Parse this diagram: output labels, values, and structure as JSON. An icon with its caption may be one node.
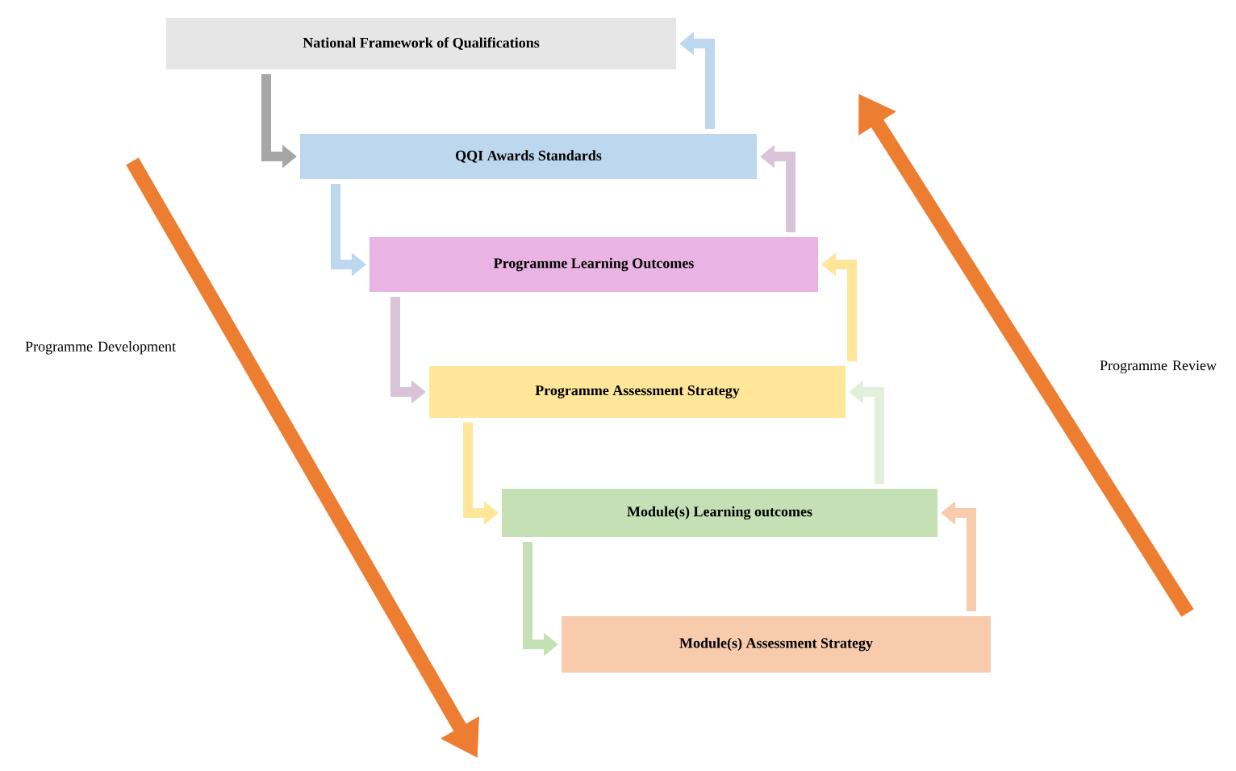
{
  "diagram": {
    "nodes": [
      {
        "text": [
          "National Framework of Qualifications"
        ]
      },
      {
        "text": [
          "QQI Awards Standards"
        ]
      },
      {
        "text": [
          "Programme Learning Outcomes"
        ]
      },
      {
        "text": [
          "Programme Assessment Strategy"
        ]
      },
      {
        "text": [
          "Module(s) Learning outcomes"
        ]
      },
      {
        "text": [
          "Module(s) Assessment Strategy"
        ]
      }
    ],
    "edges": [
      {
        "from": 0,
        "to": 1,
        "arrow": "to",
        "color": "#a6a6a6"
      },
      {
        "from": 1,
        "to": 2,
        "arrow": "to",
        "color": "#bdd7ee"
      },
      {
        "from": 2,
        "to": 3,
        "arrow": "to",
        "color": "#d9c3d9"
      },
      {
        "from": 3,
        "to": 4,
        "arrow": "to",
        "color": "#ffe699"
      },
      {
        "from": 4,
        "to": 5,
        "arrow": "to",
        "color": "#c5e0b4"
      },
      {
        "from": 1,
        "to": 0,
        "arrow": "to",
        "color": "#bdd7ee"
      },
      {
        "from": 2,
        "to": 1,
        "arrow": "to",
        "color": "#d9c3d9"
      },
      {
        "from": 3,
        "to": 2,
        "arrow": "to",
        "color": "#ffe699"
      },
      {
        "from": 4,
        "to": 3,
        "arrow": "to",
        "color": "#e2efda"
      },
      {
        "from": 5,
        "to": 4,
        "arrow": "to",
        "color": "#f8cbad"
      }
    ],
    "labels": [
      "Programme Development",
      "Programme Review"
    ]
  }
}
